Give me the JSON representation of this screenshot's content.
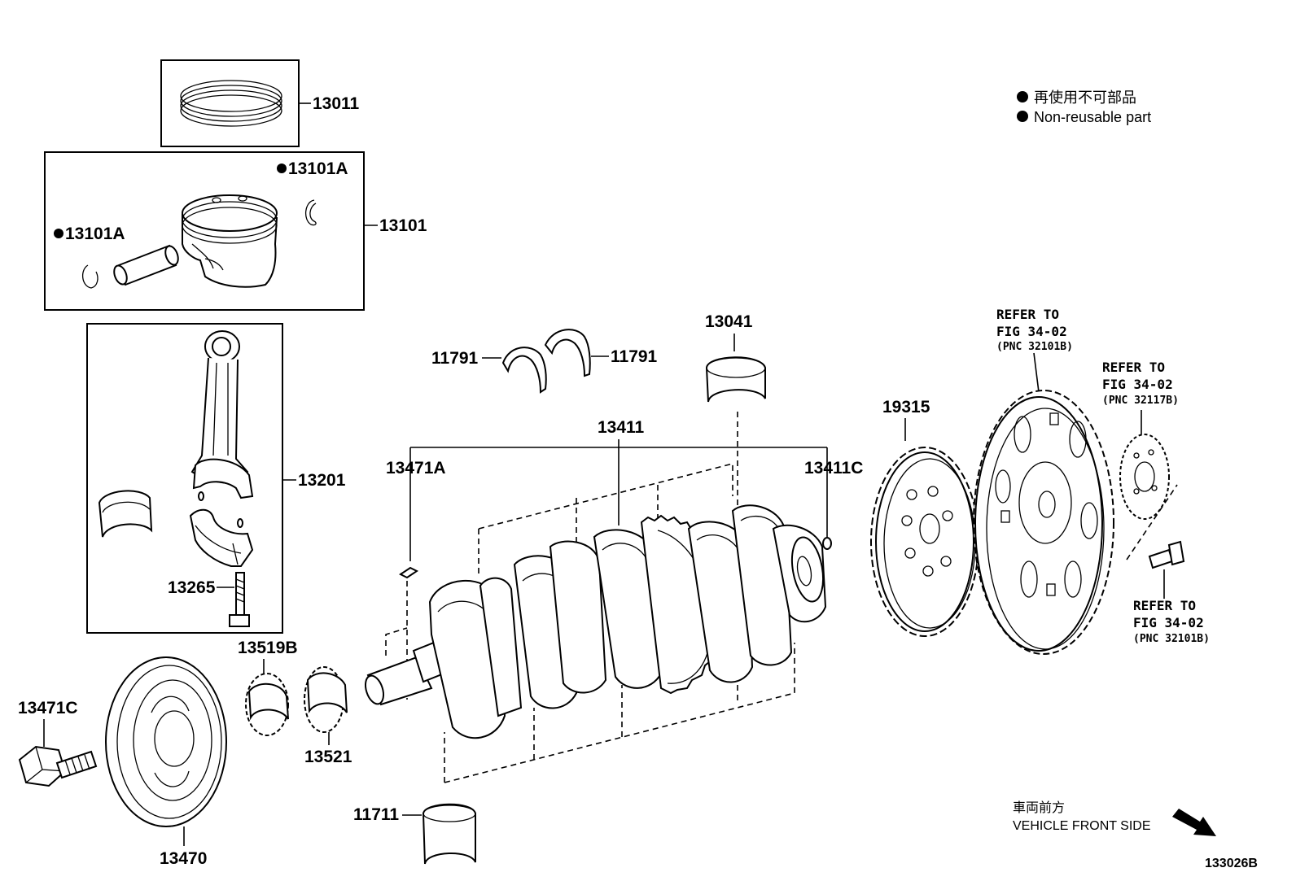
{
  "legend": {
    "line_jp": "再使用不可部品",
    "line_en": "Non-reusable part"
  },
  "parts": {
    "p13011": "13011",
    "p13101": "13101",
    "p13101A_right": "13101A",
    "p13101A_left": "13101A",
    "p13201": "13201",
    "p13265": "13265",
    "p11791_left": "11791",
    "p11791_right": "11791",
    "p13041": "13041",
    "p13411": "13411",
    "p13471A": "13471A",
    "p13411C": "13411C",
    "p19315": "19315",
    "p13519B": "13519B",
    "p13521": "13521",
    "p13471C": "13471C",
    "p13470": "13470",
    "p11711": "11711"
  },
  "references": {
    "ref1": {
      "line1": "REFER TO",
      "line2": "FIG 34-02",
      "line3": "(PNC 32101B)"
    },
    "ref2": {
      "line1": "REFER TO",
      "line2": "FIG 34-02",
      "line3": "(PNC 32117B)"
    },
    "ref3": {
      "line1": "REFER TO",
      "line2": "FIG 34-02",
      "line3": "(PNC 32101B)"
    }
  },
  "direction": {
    "label_jp": "車両前方",
    "label_en": "VEHICLE FRONT SIDE"
  },
  "figure_id": "133026B"
}
